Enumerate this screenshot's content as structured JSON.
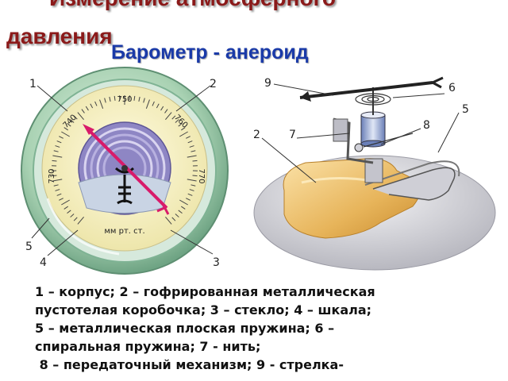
{
  "title": {
    "line1": "Измерение атмосферного",
    "line2": "давления"
  },
  "subtitle": "Барометр - анероид",
  "gauge": {
    "scale": [
      "740",
      "750",
      "760",
      "730",
      "770"
    ],
    "unit": "мм рт. ст."
  },
  "callouts": [
    "1",
    "2",
    "3",
    "4",
    "5",
    "6",
    "7",
    "8",
    "9"
  ],
  "legend": [
    "1 – корпус; 2 – гофрированная металлическая",
    "пустотелая коробочка; 3 – стекло; 4 – шкала;",
    "5 – металлическая плоская пружина; 6 –",
    "спиральная пружина; 7 - нить;",
    " 8 – передаточный механизм; 9 - стрелка-"
  ],
  "colors": {
    "title": "#8b1a1a",
    "subtitle": "#1a3aa8",
    "rim": "#9bc8a8",
    "face": "#f5f0c4",
    "needle": "#d81b6a",
    "box": "#e8b860"
  }
}
